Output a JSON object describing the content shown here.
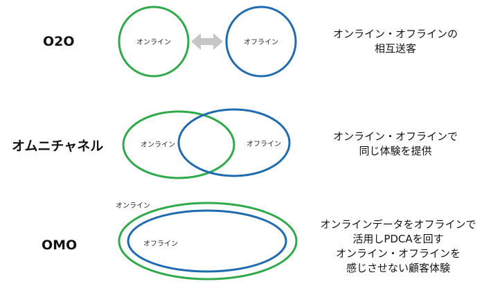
{
  "colors": {
    "online": "#2eaa4a",
    "offline": "#1f6bb0",
    "arrow": "#c6c6c6",
    "text": "#111111"
  },
  "rows": [
    {
      "label": "O2O",
      "online": "オンライン",
      "offline": "オフライン",
      "description": [
        "オンライン・オフラインの",
        "相互送客"
      ]
    },
    {
      "label": "オムニチャネル",
      "online": "オンライン",
      "offline": "オフライン",
      "description": [
        "オンライン・オフラインで",
        "同じ体験を提供"
      ]
    },
    {
      "label": "OMO",
      "online": "オンライン",
      "offline": "オフライン",
      "description": [
        "オンラインデータをオフラインで",
        "活用しPDCAを回す",
        "オンライン・オフラインを",
        "感じさせない顧客体験"
      ]
    }
  ]
}
